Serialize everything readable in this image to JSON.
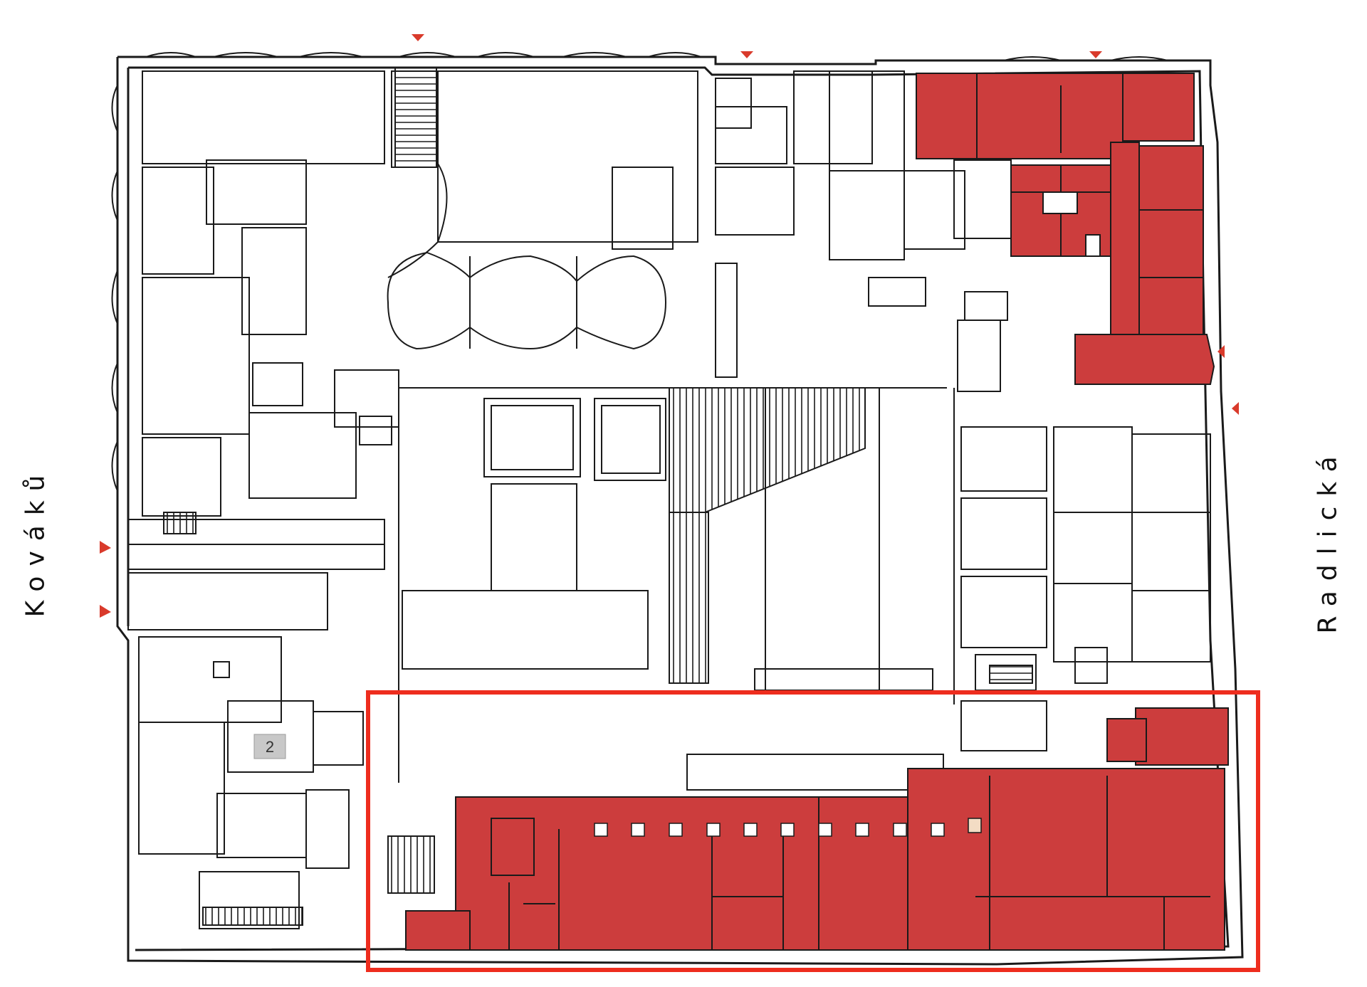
{
  "streets": {
    "left": "Kováků",
    "right": "Radlická"
  },
  "room_badge": "2",
  "colors": {
    "leased_space": "#cc3d3d",
    "highlight_frame": "#ee2d1e",
    "walls": "#1a1a1a",
    "entrance_marker": "#d93a2b",
    "badge_fill": "#c8c8c8"
  },
  "legend_semantics": {
    "red_areas": "highlighted rooms",
    "red_frame": "selected wing"
  }
}
